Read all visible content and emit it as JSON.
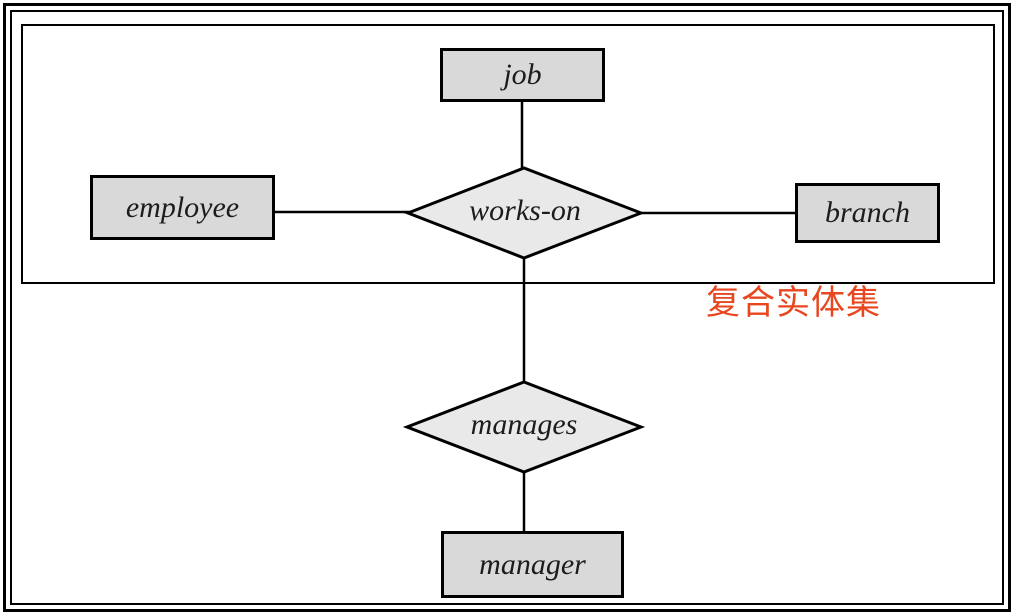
{
  "diagram": {
    "type": "entity-relationship-aggregation",
    "entities": [
      {
        "id": "job",
        "label": "job"
      },
      {
        "id": "employee",
        "label": "employee"
      },
      {
        "id": "branch",
        "label": "branch"
      },
      {
        "id": "manager",
        "label": "manager"
      }
    ],
    "relationships": [
      {
        "id": "works-on",
        "label": "works-on"
      },
      {
        "id": "manages",
        "label": "manages"
      }
    ],
    "annotation": {
      "text": "复合实体集",
      "color": "#e8461f"
    },
    "connections": [
      "job — works-on",
      "employee — works-on",
      "works-on — branch",
      "works-on (aggregation box) — manages",
      "manages — manager"
    ],
    "colors": {
      "entity_fill": "#d9d9d9",
      "relationship_fill": "#e9e9e9",
      "line": "#000000",
      "background": "#ffffff"
    }
  }
}
